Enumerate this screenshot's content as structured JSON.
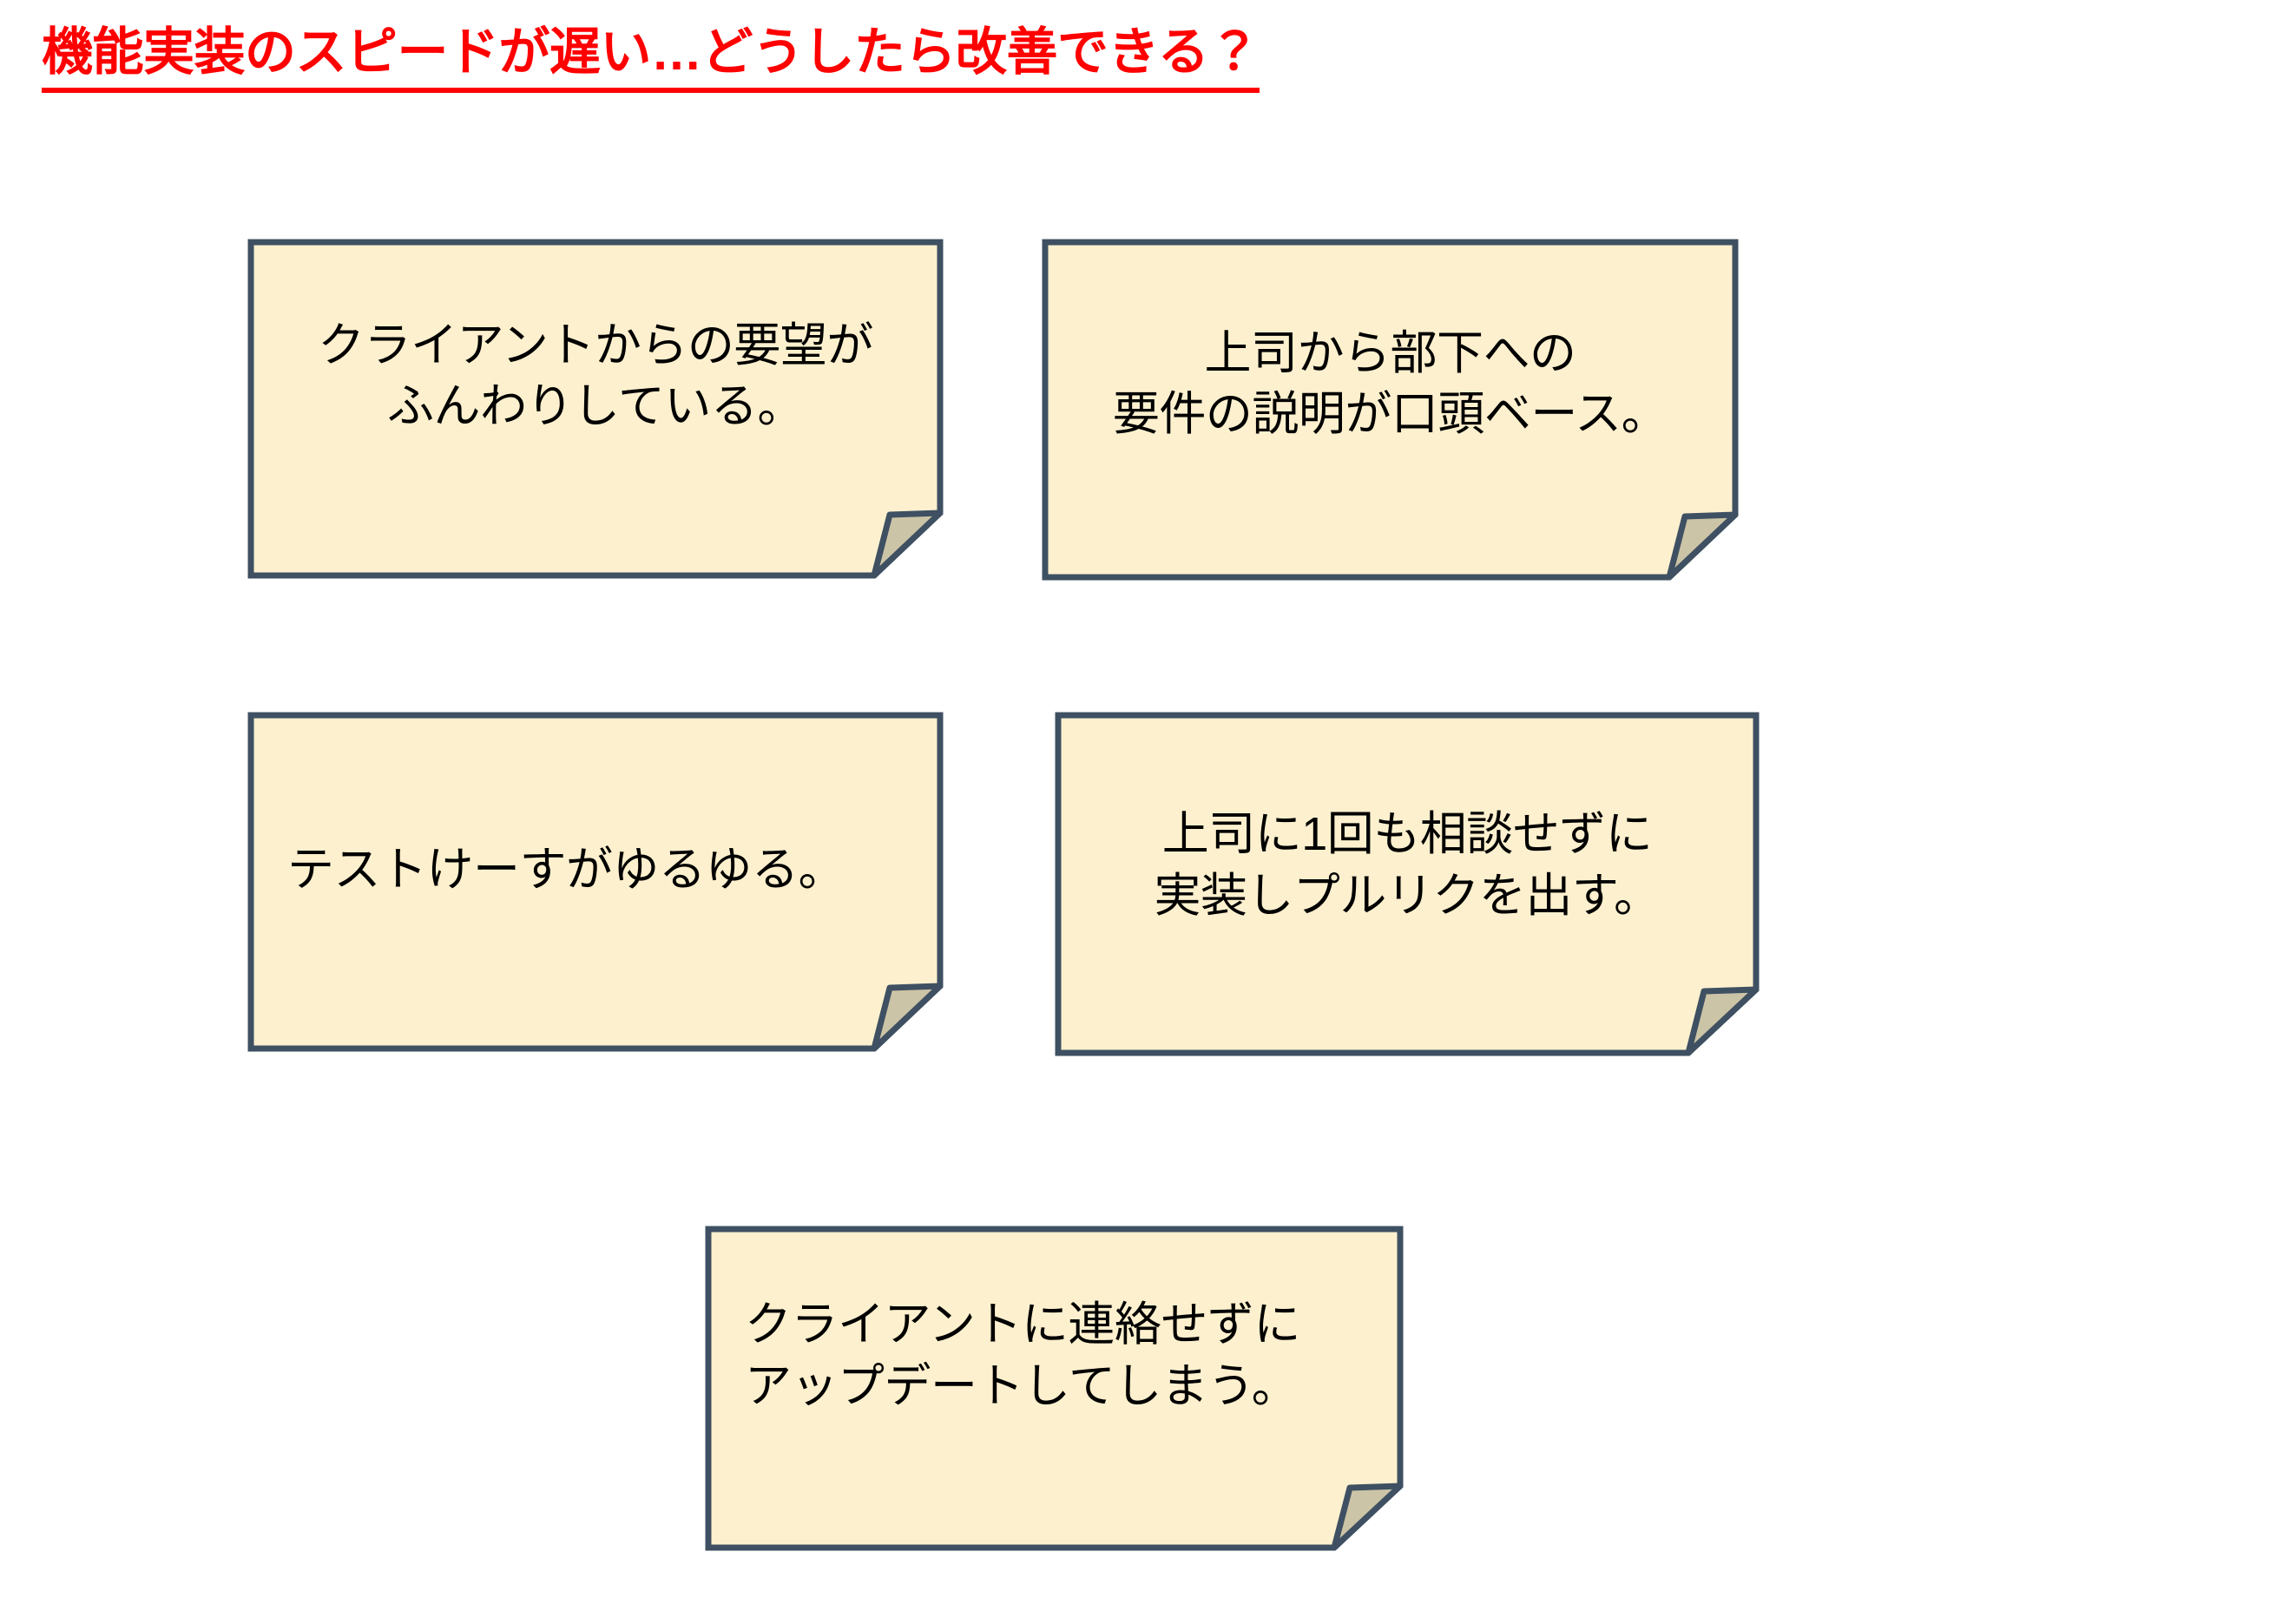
{
  "slide": {
    "title": "機能実装のスピードが遅い…どうしたら改善できる？",
    "title_color": "#FF0000",
    "background_color": "#FFFFFF"
  },
  "note_style": {
    "fill_color": "#FDF0CE",
    "border_color": "#3E5062",
    "fold_color": "#CCC4A6",
    "text_color": "#000000"
  },
  "notes": [
    {
      "id": "note-1",
      "text": "クライアントからの要望が\nふんわりしている。",
      "line1": "クライアントからの要望が",
      "line2": "ふんわりしている。",
      "align": "center"
    },
    {
      "id": "note-2",
      "text": "上司から部下への\n要件の説明が口頭ベース。",
      "line1": "上司から部下への",
      "line2": "要件の説明が口頭ベース。",
      "align": "center"
    },
    {
      "id": "note-3",
      "text": "テストけーすがゆるゆる。",
      "line1": "テストけーすがゆるゆる。",
      "line2": "",
      "align": "left"
    },
    {
      "id": "note-4",
      "text": "上司に1回も相談せずに\n実装しプルリクを出す。",
      "line1": "上司に1回も相談せずに",
      "line2": "実装しプルリクを出す。",
      "align": "center"
    },
    {
      "id": "note-5",
      "text": "クライアントに連絡せずに\nアップデートしてしまう。",
      "line1": "クライアントに連絡せずに",
      "line2": "アップデートしてしまう。",
      "align": "left"
    }
  ]
}
